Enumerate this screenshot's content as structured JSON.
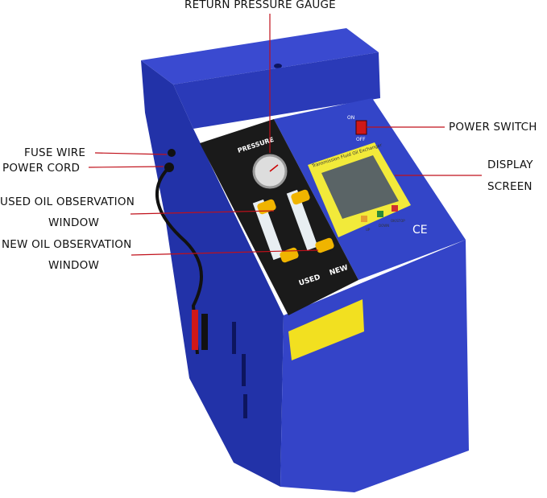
{
  "callouts": {
    "return_pressure_gauge": "RETURN PRESSURE GAUGE",
    "power_switch": "POWER SWITCH",
    "display_line1": "DISPLAY",
    "display_line2": "SCREEN",
    "fuse_wire": "FUSE WIRE",
    "power_cord": "POWER CORD",
    "used_oil_line1": "USED OIL OBSERVATION",
    "used_oil_line2": "WINDOW",
    "new_oil_line1": "NEW OIL OBSERVATION",
    "new_oil_line2": "WINDOW"
  },
  "machine": {
    "pressure_label": "PRESSURE",
    "used_label": "USED",
    "new_label": "NEW",
    "display_title": "Transmission Fluid Oil Exchanger",
    "switch_on": "ON",
    "switch_off": "OFF",
    "btn_up": "UP",
    "btn_down": "DOWN",
    "btn_ok": "OK/STOP",
    "ce_mark": "CE"
  },
  "colors": {
    "body_blue": "#2f3fc0",
    "panel_black": "#1a1a1a",
    "display_yellow": "#f2ea3a",
    "callout_line": "#c0101a"
  }
}
